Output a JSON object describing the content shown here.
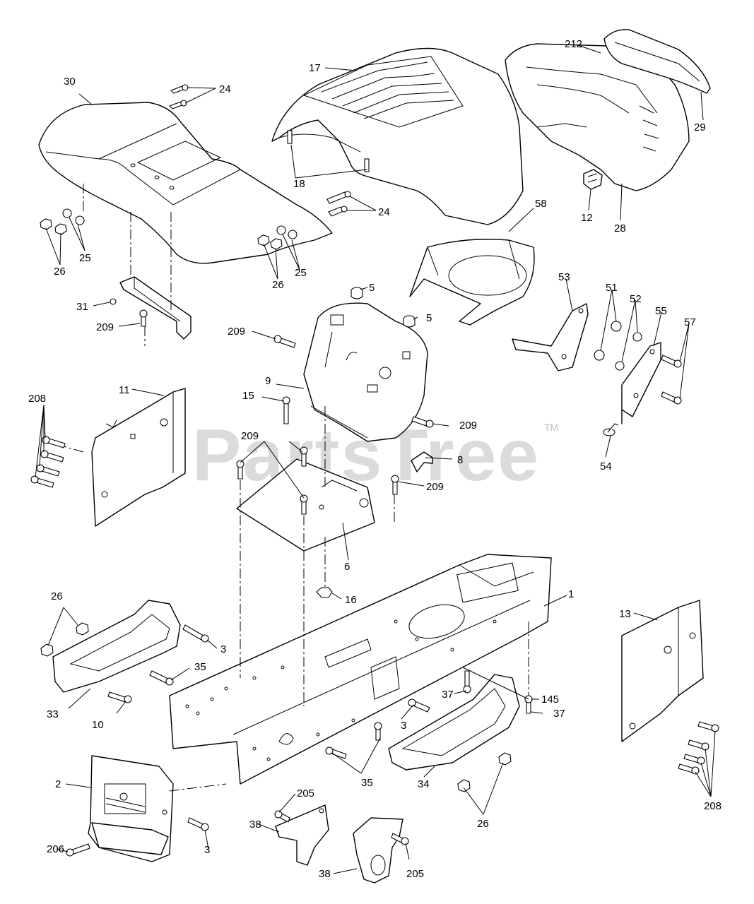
{
  "watermark": {
    "text": "PartsTree",
    "trademark": "TM"
  },
  "callouts": {
    "c30": "30",
    "c24a": "24",
    "c17": "17",
    "c212": "212",
    "c29": "29",
    "c18": "18",
    "c24b": "24",
    "c12": "12",
    "c28": "28",
    "c58": "58",
    "c25a": "25",
    "c26a": "26",
    "c25b": "25",
    "c26b": "26",
    "c5a": "5",
    "c5b": "5",
    "c31": "31",
    "c209a": "209",
    "c209b": "209",
    "c9": "9",
    "c53": "53",
    "c51": "51",
    "c52": "52",
    "c55": "55",
    "c57": "57",
    "c208a": "208",
    "c11": "11",
    "c15": "15",
    "c209c": "209",
    "c209d": "209",
    "c8": "8",
    "c209e": "209",
    "c54": "54",
    "c6": "6",
    "c16": "16",
    "c1": "1",
    "c26c": "26",
    "c13": "13",
    "c3a": "3",
    "c35a": "35",
    "c33": "33",
    "c10": "10",
    "c37a": "37",
    "c145": "145",
    "c37b": "37",
    "c3b": "3",
    "c35b": "35",
    "c34": "34",
    "c26d": "26",
    "c208b": "208",
    "c2": "2",
    "c205a": "205",
    "c38a": "38",
    "c206": "206",
    "c3c": "3",
    "c38b": "38",
    "c205b": "205"
  }
}
